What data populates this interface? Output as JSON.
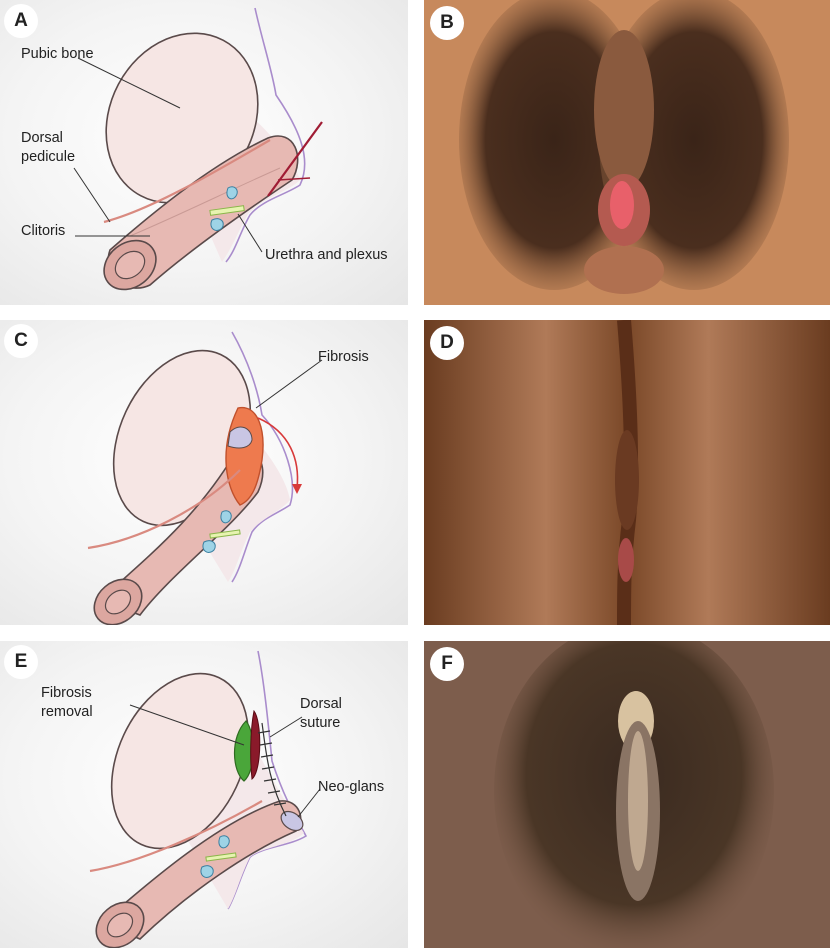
{
  "panels": {
    "a": {
      "letter": "A",
      "labels": {
        "pubic_bone": "Pubic bone",
        "dorsal_pedicule_1": "Dorsal",
        "dorsal_pedicule_2": "pedicule",
        "clitoris": "Clitoris",
        "urethra": "Urethra and plexus"
      }
    },
    "b": {
      "letter": "B"
    },
    "c": {
      "letter": "C",
      "labels": {
        "fibrosis": "Fibrosis"
      }
    },
    "d": {
      "letter": "D"
    },
    "e": {
      "letter": "E",
      "labels": {
        "fibrosis_removal_1": "Fibrosis",
        "fibrosis_removal_2": "removal",
        "dorsal_suture_1": "Dorsal",
        "dorsal_suture_2": "suture",
        "neo_glans": "Neo-glans"
      }
    },
    "f": {
      "letter": "F"
    }
  },
  "colors": {
    "bone_fill": "#f6e6e4",
    "organ_fill": "#e7b9b3",
    "outline": "#5a4a4a",
    "purple_line": "#a98ccc",
    "fibrosis_orange": "#ee7a4e",
    "cut_red": "#a01c34",
    "removal_green": "#4aa63a",
    "removal_maroon": "#8a1a2a",
    "plexus_blue": "#9ed3e6"
  }
}
